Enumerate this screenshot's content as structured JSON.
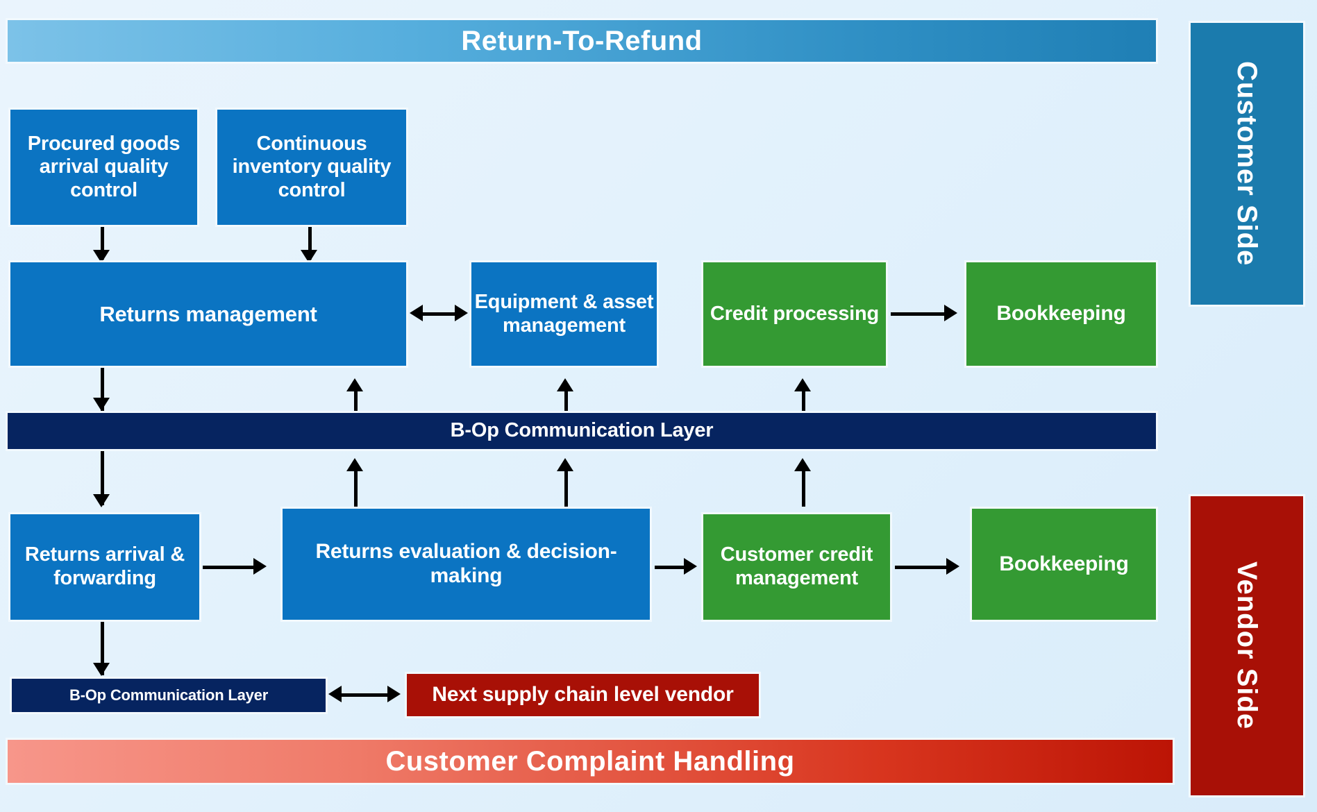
{
  "diagram": {
    "title_banner": "Return-To-Refund",
    "bottom_banner": "Customer Complaint Handling",
    "side_labels": {
      "customer": "Customer Side",
      "vendor": "Vendor Side"
    },
    "nodes": {
      "procured_goods_qc": "Procured goods arrival quality control",
      "continuous_inventory_qc": "Continuous inventory quality control",
      "returns_management": "Returns management",
      "equipment_asset_management": "Equipment & asset management",
      "credit_processing": "Credit processing",
      "bookkeeping_top": "Bookkeeping",
      "bop_layer_main": "B-Op Communication Layer",
      "returns_arrival_forwarding": "Returns arrival & forwarding",
      "returns_evaluation": "Returns evaluation & decision-making",
      "customer_credit_management": "Customer credit management",
      "bookkeeping_bottom": "Bookkeeping",
      "bop_layer_small": "B-Op Communication Layer",
      "next_vendor": "Next supply chain level vendor"
    },
    "colors": {
      "blue": "#0b74c2",
      "green": "#349a33",
      "navy": "#062460",
      "dark_red": "#a81006",
      "customer_side": "#1b7bad",
      "background": "#e3f2fc"
    }
  }
}
